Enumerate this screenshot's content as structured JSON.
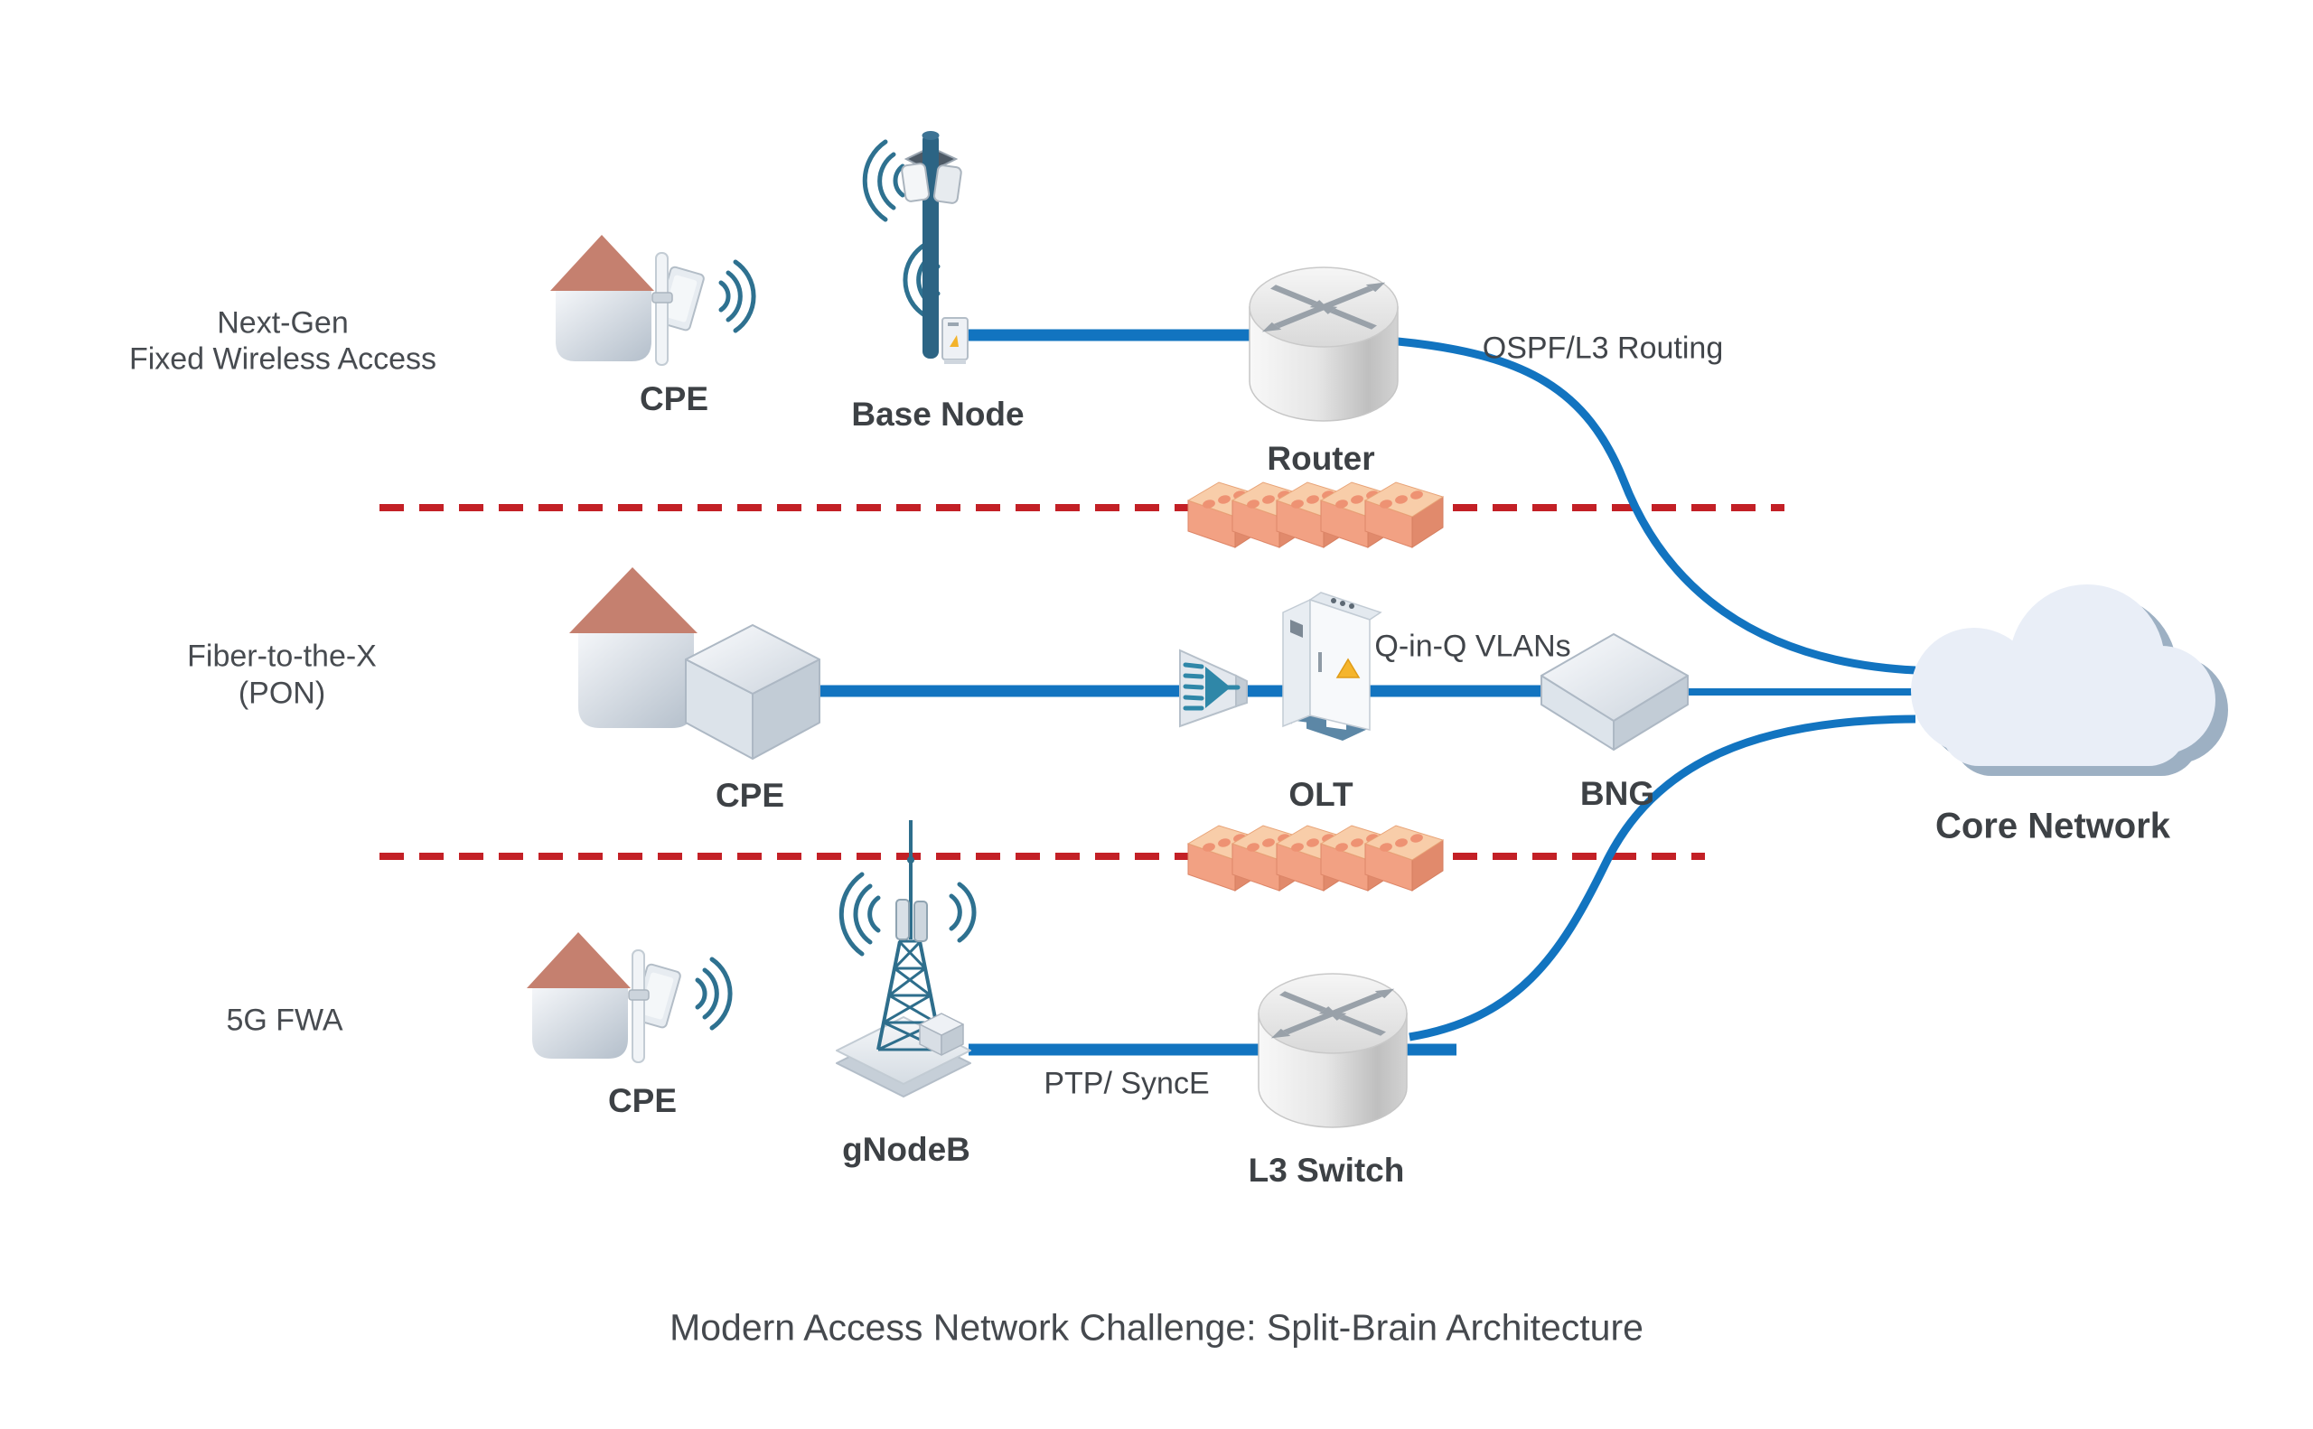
{
  "diagram": {
    "title": "Modern Access Network Challenge: Split-Brain Architecture",
    "core": {
      "label": "Core Network"
    },
    "tiers": [
      {
        "side_label": {
          "line1": "Next-Gen",
          "line2": "Fixed Wireless Access"
        },
        "nodes": {
          "cpe": "CPE",
          "base_node": "Base Node",
          "router": "Router"
        },
        "link_label": "OSPF/L3 Routing"
      },
      {
        "side_label": {
          "line1": "Fiber-to-the-X",
          "line2": "(PON)"
        },
        "nodes": {
          "cpe": "CPE",
          "olt": "OLT",
          "bng": "BNG"
        },
        "link_label": "Q-in-Q VLANs"
      },
      {
        "side_label": {
          "line1": "5G FWA"
        },
        "nodes": {
          "cpe": "CPE",
          "gnodeb": "gNodeB",
          "l3_switch": "L3 Switch"
        },
        "link_label": "PTP/ SyncE"
      }
    ],
    "icons": {
      "cpe_wireless": "house-with-outdoor-antenna-icon",
      "cpe_fiber": "house-with-cube-modem-icon",
      "base_node": "mast-antenna-icon",
      "router": "cylinder-crossed-arrows-icon",
      "splitter": "fiber-splitter-icon",
      "olt": "street-cabinet-icon",
      "bng": "isometric-slab-icon",
      "gnodeb": "lattice-cell-tower-icon",
      "l3_switch": "cylinder-crossed-arrows-icon",
      "core": "cloud-icon",
      "separator": "brick-wall-barrier-icon"
    },
    "colors": {
      "link_blue": "#1274c0",
      "separator_red": "#c32026",
      "wireless_teal": "#2e7190",
      "funnel_teal": "#2f87a8",
      "roof_salmon": "#c5806f",
      "brick_top": "#f8cda9",
      "brick_front": "#f2a183",
      "brick_side": "#e18a6c",
      "cloud_fill": "#e9eef7",
      "cloud_shadow": "#9db0c3",
      "text_dark": "#3d4145"
    }
  }
}
